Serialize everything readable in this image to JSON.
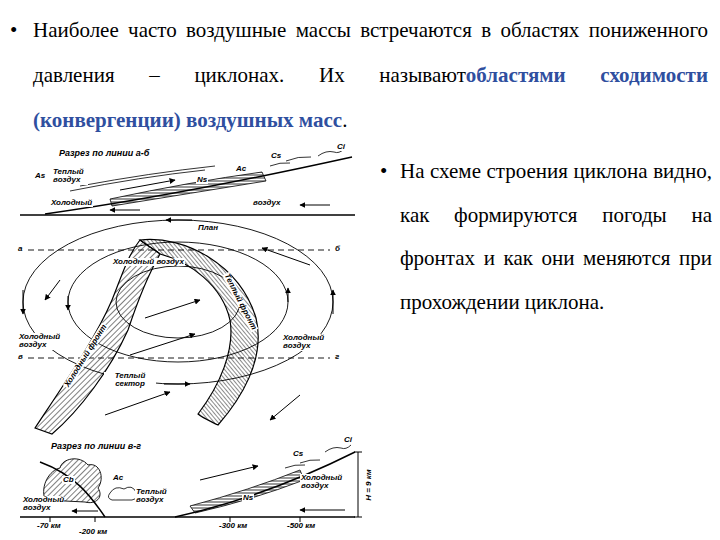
{
  "diagram": {
    "labels": [
      "•",
      "Наиболее часто воздушные массы встречаются в областях пониженного давления – циклонах. Их называют",
      "областями сходимости (конвергенции) воздушных масс",
      ".",
      "•",
      "На схеме строения циклона видно, как формируются погоды на фронтах и как они меняются при прохождении циклона.",
      "Разрез по линии а-б",
      "Ci",
      "Теплый воздух",
      "As",
      "Ac",
      "Cs",
      "Ns",
      "Холодный",
      "воздух",
      "План",
      "Холодный воздух",
      "б",
      "а",
      "Холодный воздух",
      "Теплый фронт",
      "Холодный фронт",
      "Холодный воздух",
      "г",
      "в",
      "Теплый сектор",
      "Разрез по линии в-г",
      "Ci",
      "Cs",
      "Ac",
      "Cb",
      "Теплый воздух",
      "Ns",
      "Холодный воздух",
      "Холодный воздух",
      "H = 9 км",
      "-70 км",
      "-200 км",
      "-300 км",
      "-500 км"
    ]
  }
}
